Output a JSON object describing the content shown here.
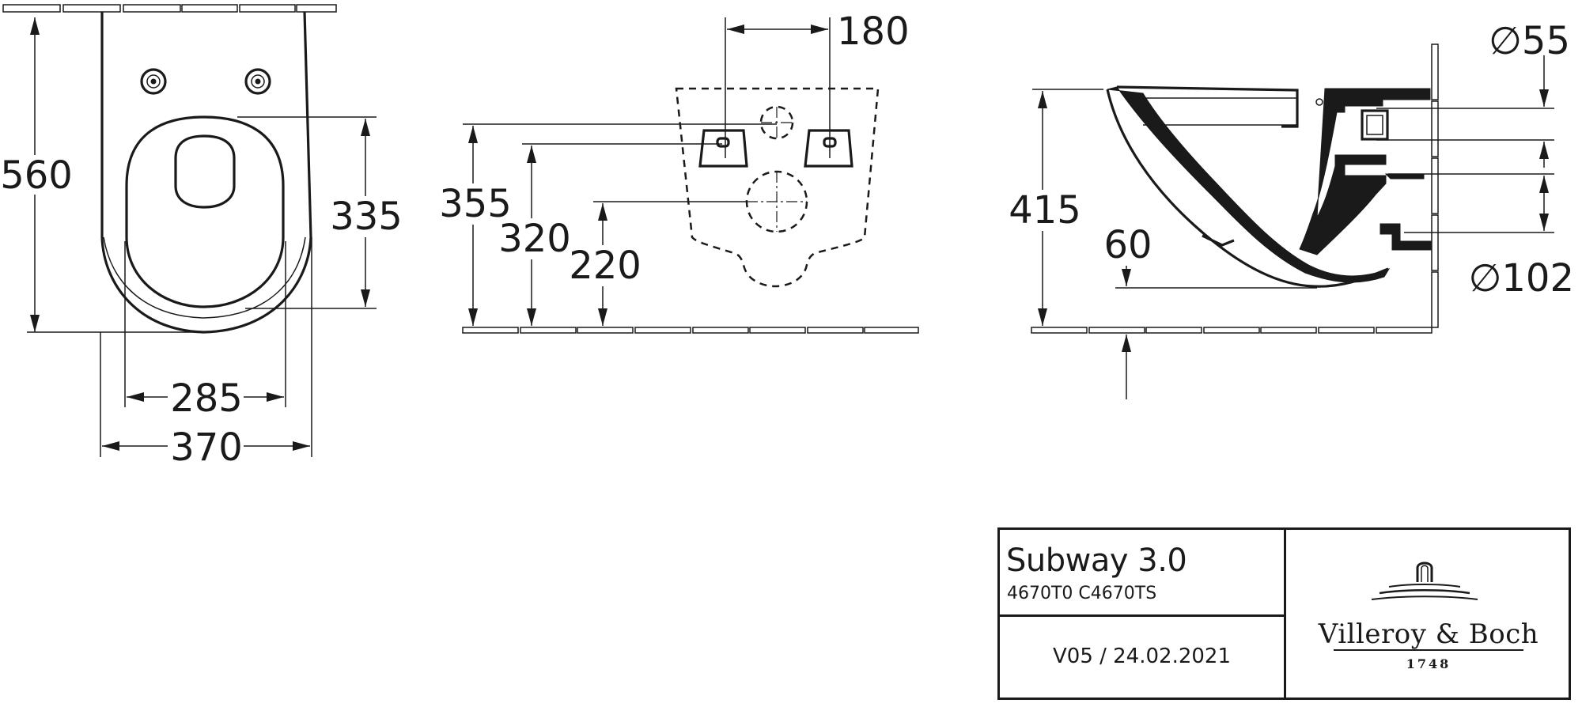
{
  "dimensions": {
    "top_view": {
      "length": "560",
      "seat_opening": "335",
      "inner_width": "285",
      "overall_width": "370"
    },
    "wall_view": {
      "bolt_spacing": "180",
      "height_top": "355",
      "height_bolts": "320",
      "height_outlet": "220"
    },
    "side_view": {
      "rim_height": "415",
      "outlet_offset": "60",
      "inlet_diameter": "∅55",
      "outlet_diameter": "∅102"
    }
  },
  "title_block": {
    "product_name": "Subway 3.0",
    "article_codes": "4670T0  C4670TS",
    "version_date": "V05 / 24.02.2021",
    "brand_name": "Villeroy & Boch",
    "brand_year": "1748"
  },
  "colors": {
    "ink": "#1a1a1a",
    "background": "#ffffff"
  },
  "icons": {
    "brand_logo": "fountain-logo-icon"
  }
}
